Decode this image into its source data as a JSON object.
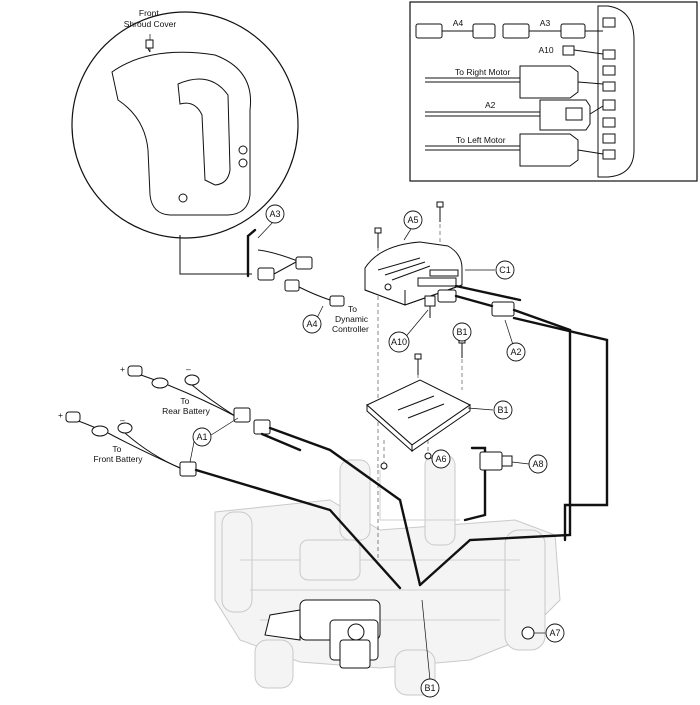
{
  "inset_shroud": {
    "title": "Front\nShroud Cover"
  },
  "inset_wiring": {
    "callouts": {
      "a4": "A4",
      "a3": "A3",
      "a10": "A10",
      "a2": "A2"
    },
    "notes": {
      "right_motor": "To Right Motor",
      "left_motor": "To Left Motor"
    }
  },
  "callouts": {
    "a3": "A3",
    "a5": "A5",
    "c1": "C1",
    "a4": "A4",
    "a10": "A10",
    "b1_top": "B1",
    "a2": "A2",
    "b1_plate": "B1",
    "a1": "A1",
    "a6": "A6",
    "a8": "A8",
    "a7": "A7",
    "b1_bottom": "B1"
  },
  "notes": {
    "dynamic_controller": "To\nDynamic\nController",
    "rear_battery": "To\nRear Battery",
    "front_battery": "To\nFront Battery",
    "plus_upper": "+",
    "minus_upper": "–",
    "plus_lower": "+",
    "minus_lower": "–"
  }
}
